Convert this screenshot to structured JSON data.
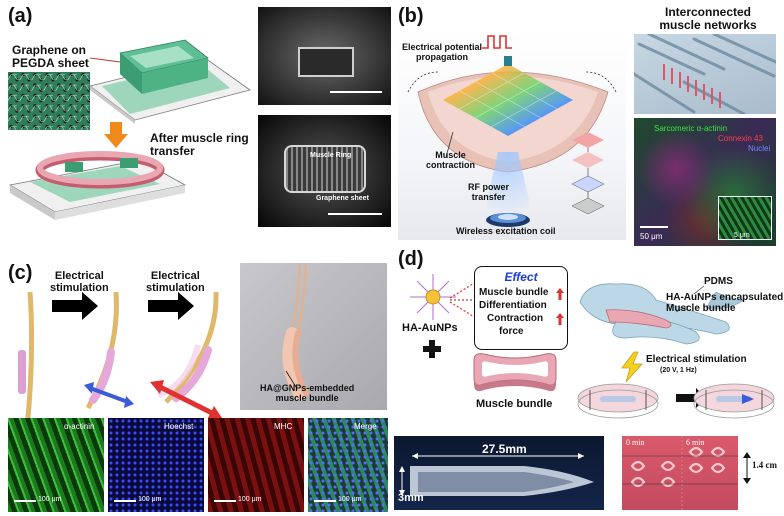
{
  "panel_a": {
    "letter": "(a)",
    "graphene_label_1": "Graphene on",
    "graphene_label_2": "PEGDA sheet",
    "after_label_1": "After muscle ring",
    "after_label_2": "transfer",
    "photo_muscle_ring": "Muscle Ring",
    "photo_graphene_sheet": "Graphene sheet"
  },
  "panel_b": {
    "letter": "(b)",
    "electrical_label_1": "Electrical potential",
    "electrical_label_2": "propagation",
    "muscle_label_1": "Muscle",
    "muscle_label_2": "contraction",
    "rf_label_1": "RF power",
    "rf_label_2": "transfer",
    "coil_label": "Wireless excitation coil",
    "networks_label_1": "Interconnected",
    "networks_label_2": "muscle networks",
    "stain_1": "Sarcomeric α-actinin",
    "stain_2": "Connexin 43",
    "stain_3": "Nuclei",
    "scale_large": "50 μm",
    "scale_small": "5 μm"
  },
  "panel_c": {
    "letter": "(c)",
    "stim_1_line1": "Electrical",
    "stim_1_line2": "stimulation",
    "stim_2_line1": "Electrical",
    "stim_2_line2": "stimulation",
    "bundle_label_1": "HA@GNPs-embedded",
    "bundle_label_2": "muscle bundle",
    "micro": [
      {
        "label": "α-actinin",
        "scale": "100 μm"
      },
      {
        "label": "Hoechst",
        "scale": "100 μm"
      },
      {
        "label": "MHC",
        "scale": "100 μm"
      },
      {
        "label": "Merge",
        "scale": "100 μm"
      }
    ]
  },
  "panel_d": {
    "letter": "(d)",
    "ha_label": "HA-AuNPs",
    "effect_title": "Effect",
    "effect_1": "Muscle bundle",
    "effect_2": "Differentiation",
    "effect_3": "Contraction",
    "effect_4": "force",
    "muscle_bundle_label": "Muscle bundle",
    "pdms_label": "PDMS",
    "encap_label_1": "HA-AuNPs encapsulated",
    "encap_label_2": "Muscle bundle",
    "stim_label": "Electrical stimulation",
    "stim_params": "(20 V, 1 Hz)",
    "length_label": "27.5mm",
    "height_label": "3mm",
    "time_0": "0 min",
    "time_6": "6 min",
    "distance_label": "1.4 cm"
  },
  "colors": {
    "tissue_pink": "#e9a7b4",
    "graphene_green": "#2e8b57",
    "arrow_orange": "#f08a1c",
    "arrow_blue": "#3b5bdb",
    "arrow_red": "#e03131",
    "effect_blue": "#1c3fd6"
  }
}
